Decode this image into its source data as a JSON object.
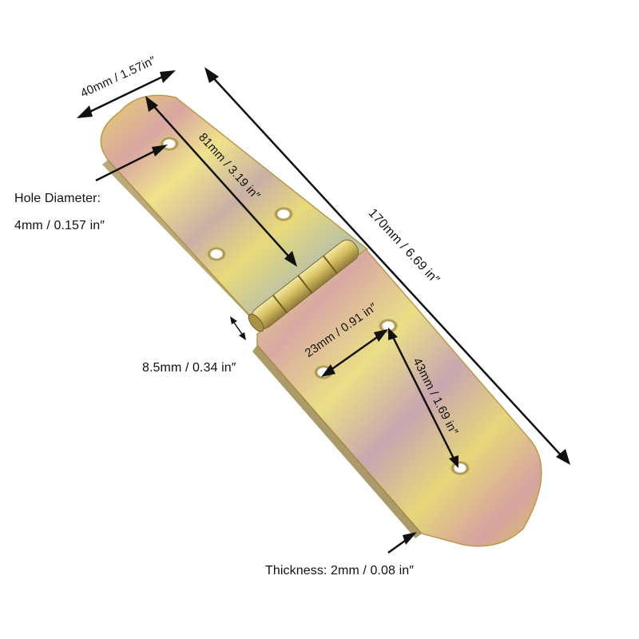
{
  "labels": {
    "width": "40mm / 1.57in″",
    "length": "170mm / 6.69 in″",
    "hole_spacing_long": "81mm / 3.19 in″",
    "hole_diameter_title": "Hole Diameter:",
    "hole_diameter_value": "4mm / 0.157 in″",
    "knuckle_diameter": "8.5mm / 0.34 in″",
    "hole_spacing_short": "23mm / 0.91 in″",
    "hole_spacing_long_2": "43mm / 1.69 in″",
    "thickness": "Thickness: 2mm / 0.08 in″"
  },
  "colors": {
    "metal_light": "#e9dd78",
    "metal_gold": "#d8c45c",
    "metal_pink": "#d9a3a0",
    "metal_blue": "#a9b9a9",
    "edge": "#b89a4a",
    "arrow": "#111111",
    "text": "#111111",
    "background": "#ffffff"
  },
  "icons": [
    "hinge-illustration",
    "dimension-arrow"
  ]
}
